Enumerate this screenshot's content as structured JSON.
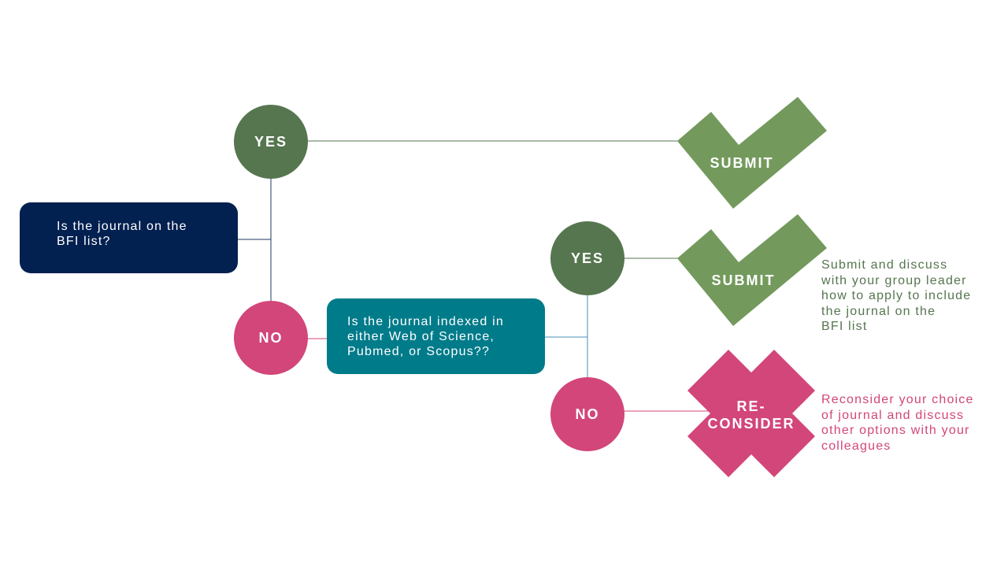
{
  "colors": {
    "navy": "#022050",
    "teal": "#007B8A",
    "dark_green": "#56764F",
    "light_green": "#739A5C",
    "pink": "#D2467A"
  },
  "start": {
    "lines": [
      "Is the journal on the",
      "BFI list?"
    ]
  },
  "yes1": {
    "label": "YES"
  },
  "no1": {
    "label": "NO"
  },
  "question2": {
    "lines": [
      "Is the journal indexed in",
      "either Web of Science,",
      "Pubmed, or Scopus??"
    ]
  },
  "yes2": {
    "label": "YES"
  },
  "no2": {
    "label": "NO"
  },
  "submit1": {
    "label": "SUBMIT",
    "icon": "checkmark-icon"
  },
  "submit2": {
    "label": "SUBMIT",
    "icon": "checkmark-icon"
  },
  "reconsider": {
    "lines": [
      "RE-",
      "CONSIDER"
    ],
    "icon": "cross-icon"
  },
  "note_submit": {
    "lines": [
      "Submit and discuss",
      "with your group leader",
      "how to apply to include",
      "the journal on the",
      "BFI list"
    ]
  },
  "note_reconsider": {
    "lines": [
      "Reconsider your choice",
      "of journal and discuss",
      "other options with your",
      "colleagues"
    ]
  }
}
